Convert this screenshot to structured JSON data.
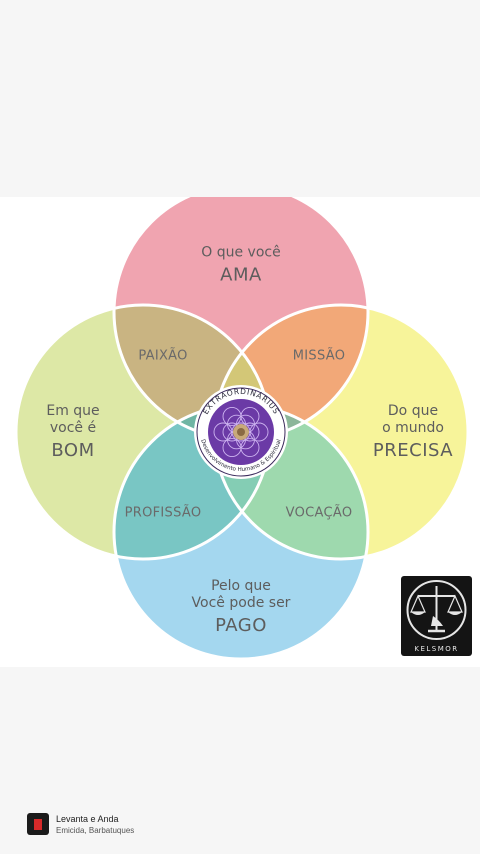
{
  "venn": {
    "top": {
      "line1": "O que você",
      "big": "AMA"
    },
    "left": {
      "line1": "Em que",
      "line2": "você é",
      "big": "BOM"
    },
    "right": {
      "line1": "Do que",
      "line2": "o mundo",
      "big": "PRECISA"
    },
    "bottom": {
      "line1": "Pelo que",
      "line2": "Você pode ser",
      "big": "PAGO"
    },
    "zones": {
      "paixao": "PAIXÃO",
      "missao": "MISSÃO",
      "profissao": "PROFISSÃO",
      "vocacao": "VOCAÇÃO"
    },
    "colors": {
      "top": "#f0a4b0",
      "left": "#dde8a6",
      "right": "#f7f49a",
      "bottom": "#a4d7ef",
      "paixao": "#c9b482",
      "missao": "#f2a878",
      "profissao": "#79c6c4",
      "vocacao": "#9ed9ae",
      "center_lens": "#d3c777"
    }
  },
  "center_badge": {
    "ring_top": "EXTRAORDINÁRIUS",
    "ring_bottom": "Desenvolvimento Humano & Espiritual",
    "color": "#6b3aa6"
  },
  "kelsmor_logo": {
    "text": "KELSMOR",
    "icon": "scales-of-justice-icon"
  },
  "music": {
    "title": "Levanta e Anda",
    "artist": "Emicida, Barbatuques",
    "icon": "album-cover-icon"
  }
}
